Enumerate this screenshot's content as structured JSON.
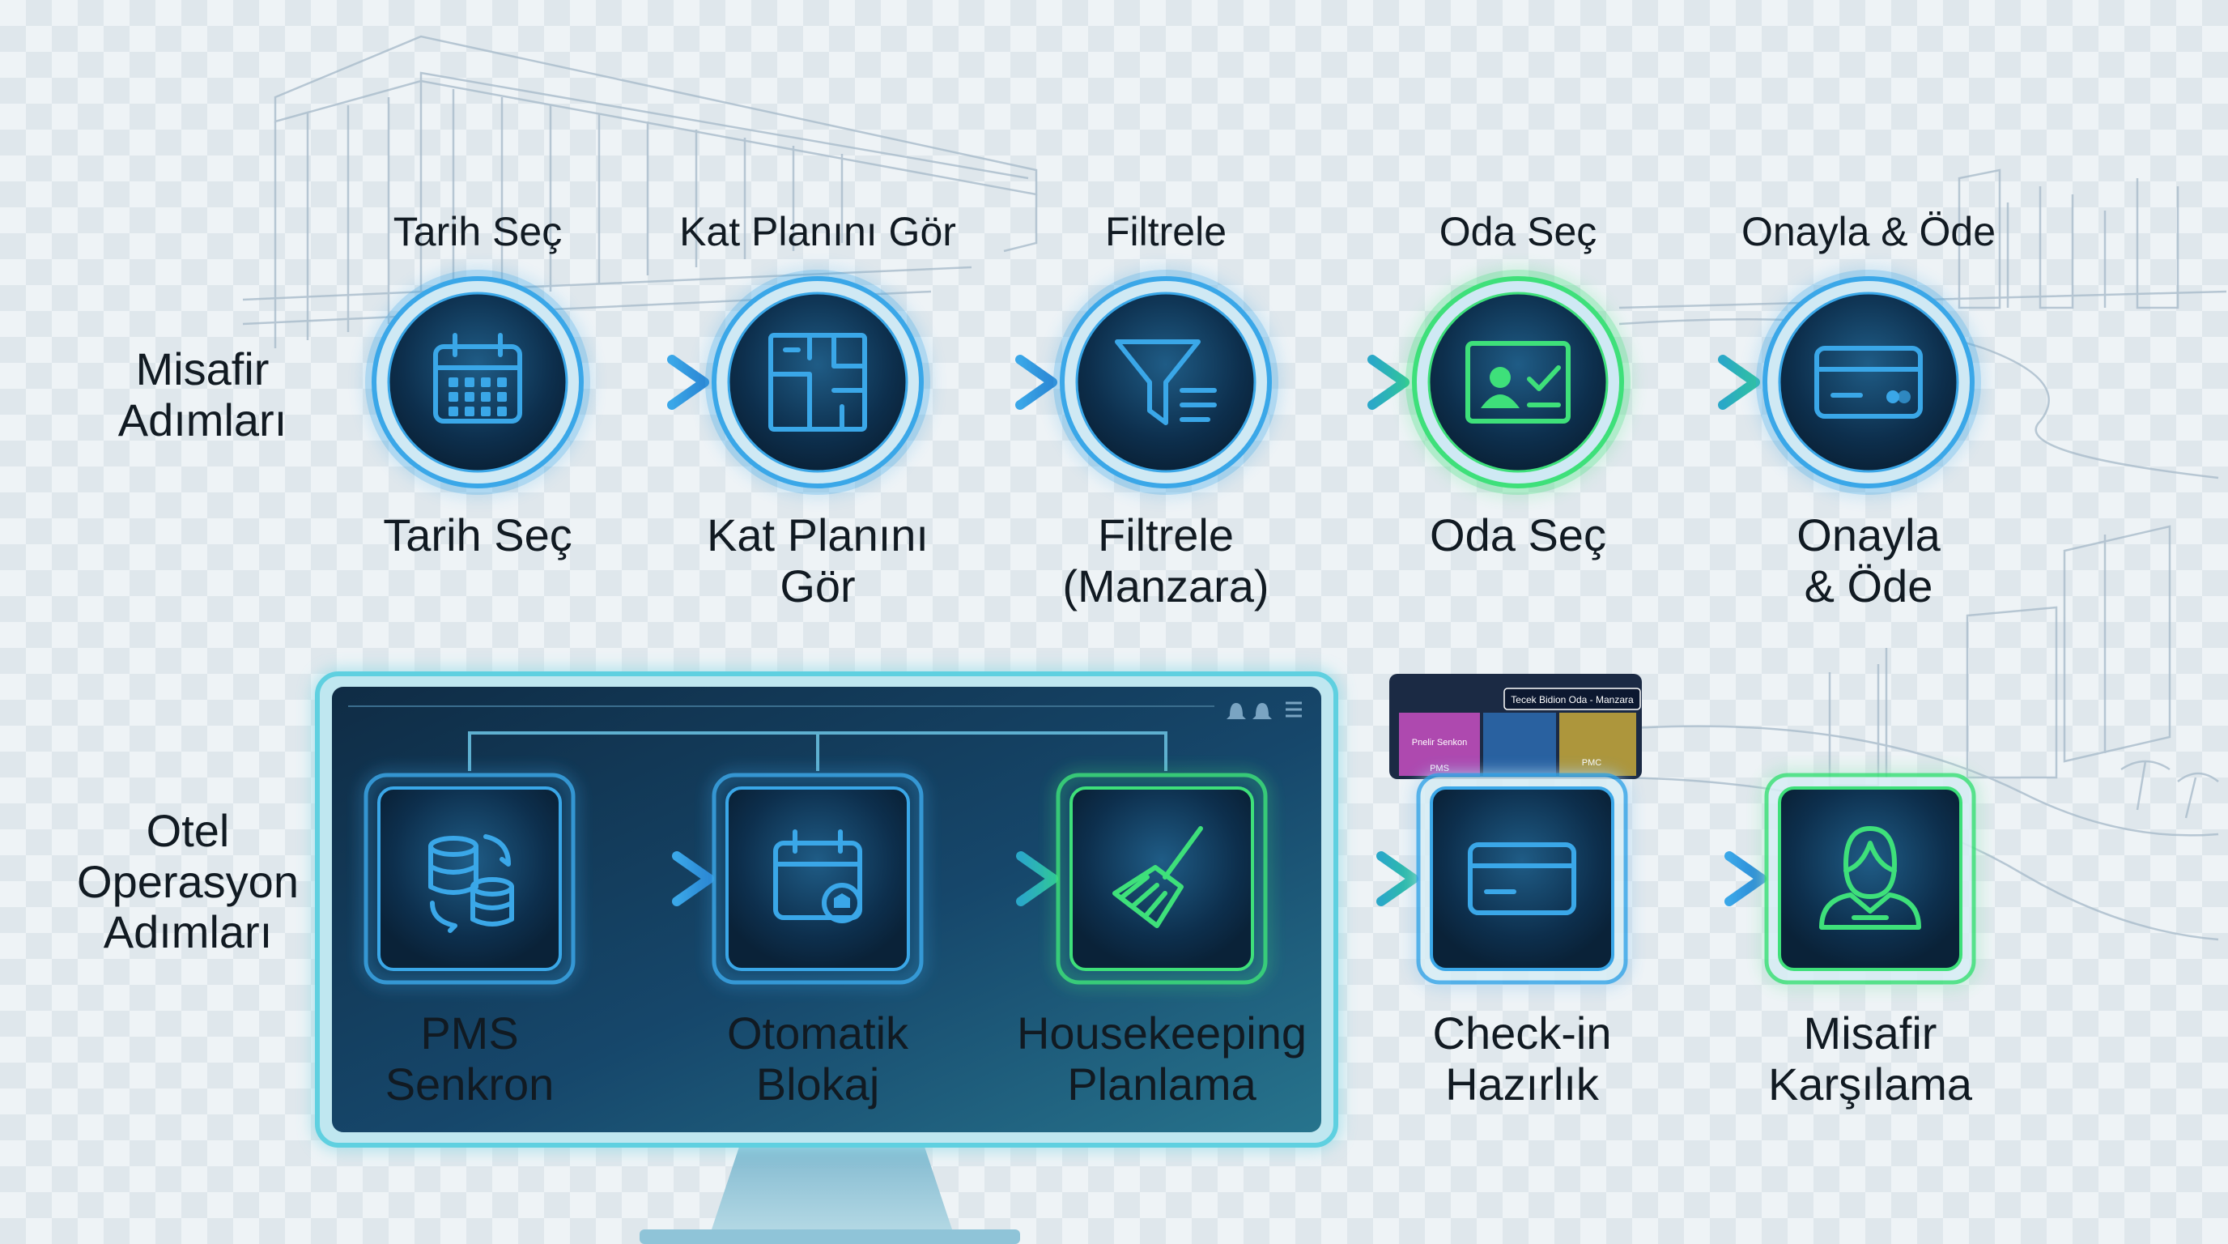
{
  "guest_row": {
    "label": "Misafir Adımları",
    "steps": [
      {
        "top_label": "Tarih Seç",
        "bottom_label": "Tarih Seç",
        "icon": "calendar-icon",
        "color": "#3aa7e8"
      },
      {
        "top_label": "Kat Planını Gör",
        "bottom_label": "Kat Planını Gör",
        "icon": "floor-plan-icon",
        "color": "#3aa7e8"
      },
      {
        "top_label": "Filtrele",
        "bottom_label": "Filtrele (Manzara)",
        "icon": "filter-icon",
        "color": "#3aa7e8"
      },
      {
        "top_label": "Oda Seç",
        "bottom_label": "Oda Seç",
        "icon": "room-card-icon",
        "color": "#3ee07a"
      },
      {
        "top_label": "Onayla & Öde",
        "bottom_label": "Onayla & Öde",
        "icon": "credit-card-icon",
        "color": "#3aa7e8"
      }
    ]
  },
  "ops_row": {
    "label": "Otel Operasyon Adımları",
    "steps": [
      {
        "label": "PMS Senkron",
        "icon": "database-sync-icon",
        "color": "#3aa7e8"
      },
      {
        "label": "Otomatik Blokaj",
        "icon": "calendar-block-icon",
        "color": "#3aa7e8"
      },
      {
        "label": "Housekeeping Planlama",
        "icon": "broom-icon",
        "color": "#3ee07a"
      },
      {
        "label": "Check-in Hazırlık",
        "icon": "card-icon",
        "color": "#3aa7e8"
      },
      {
        "label": "Misafir Karşılama",
        "icon": "receptionist-icon",
        "color": "#3ee07a"
      }
    ]
  },
  "thumbnail": {
    "header": "Tecek Bidion Oda - Manzara",
    "tile1": "Pnelir Senkon",
    "tile1_sub": "PMS",
    "tile2": "PMC"
  },
  "colors": {
    "blue": "#3aa7e8",
    "teal": "#2fc1b0",
    "green": "#3ee07a",
    "dark": "#0d2a45"
  }
}
